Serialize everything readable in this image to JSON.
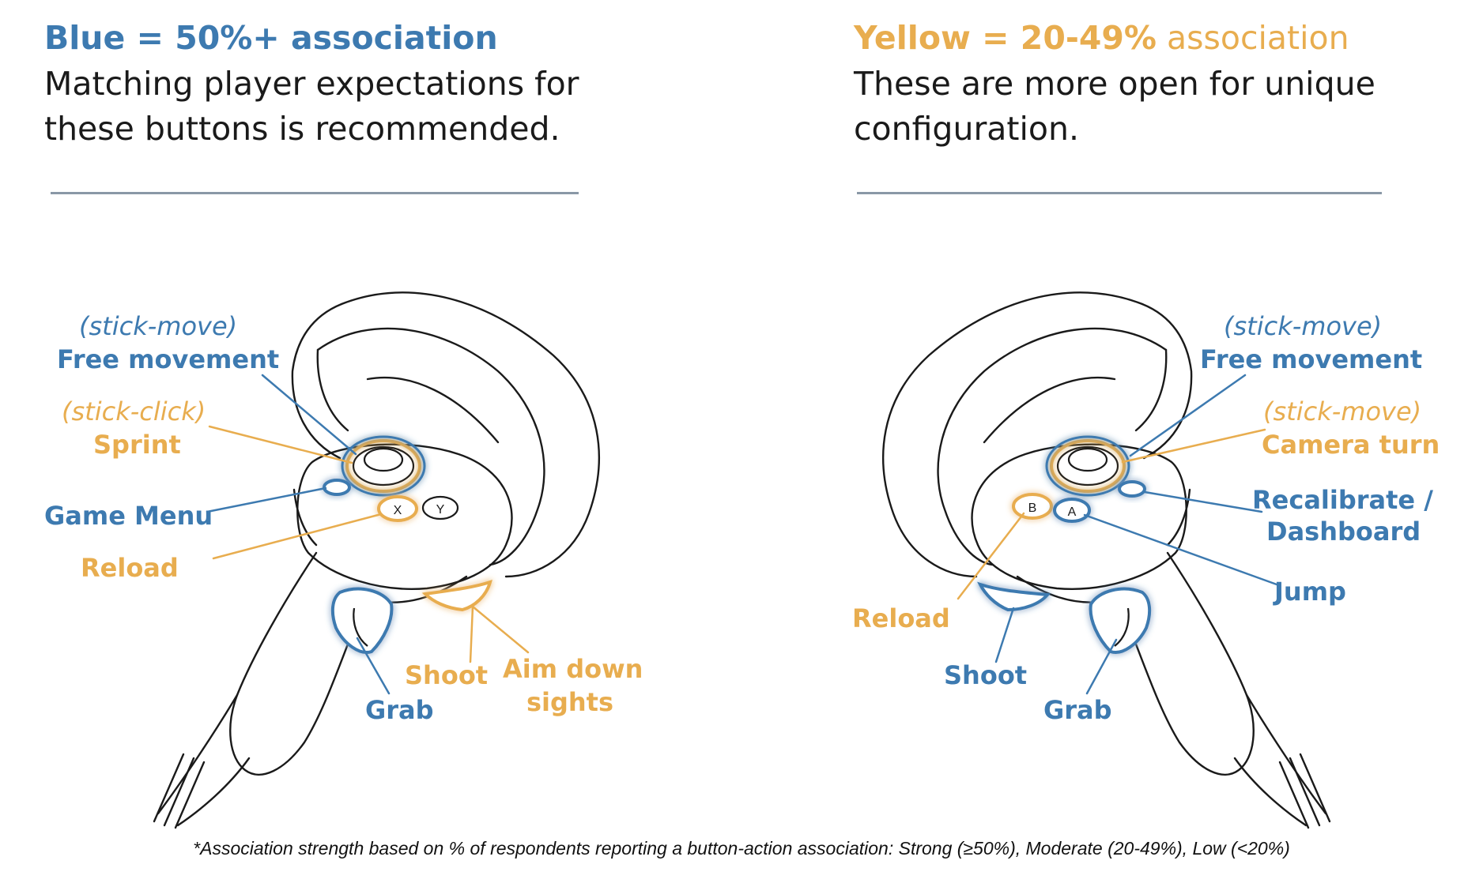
{
  "legend_blue": {
    "title_strong": "Blue = 50%+ association",
    "description": "Matching player expectations for these buttons is recommended.",
    "color": "#3d7ab0"
  },
  "legend_yellow": {
    "title_strong": "Yellow = 20-49%",
    "title_light": " association",
    "description": "These are more open for unique configuration.",
    "color": "#e8ad4f"
  },
  "left_controller": {
    "stick_move": "(stick-move)",
    "free_movement": "Free movement",
    "stick_click": "(stick-click)",
    "sprint": "Sprint",
    "game_menu": "Game Menu",
    "reload": "Reload",
    "grab": "Grab",
    "shoot": "Shoot",
    "aim_down": "Aim down",
    "sights": "sights",
    "button_x": "X",
    "button_y": "Y"
  },
  "right_controller": {
    "stick_move": "(stick-move)",
    "free_movement": "Free movement",
    "stick_move_2": "(stick-move)",
    "camera_turn": "Camera turn",
    "recalibrate": "Recalibrate /",
    "dashboard": "Dashboard",
    "jump": "Jump",
    "reload": "Reload",
    "shoot": "Shoot",
    "grab": "Grab",
    "button_a": "A",
    "button_b": "B"
  },
  "footnote": "*Association strength based on % of respondents reporting a button-action association: Strong (≥50%), Moderate (20-49%), Low (<20%)"
}
